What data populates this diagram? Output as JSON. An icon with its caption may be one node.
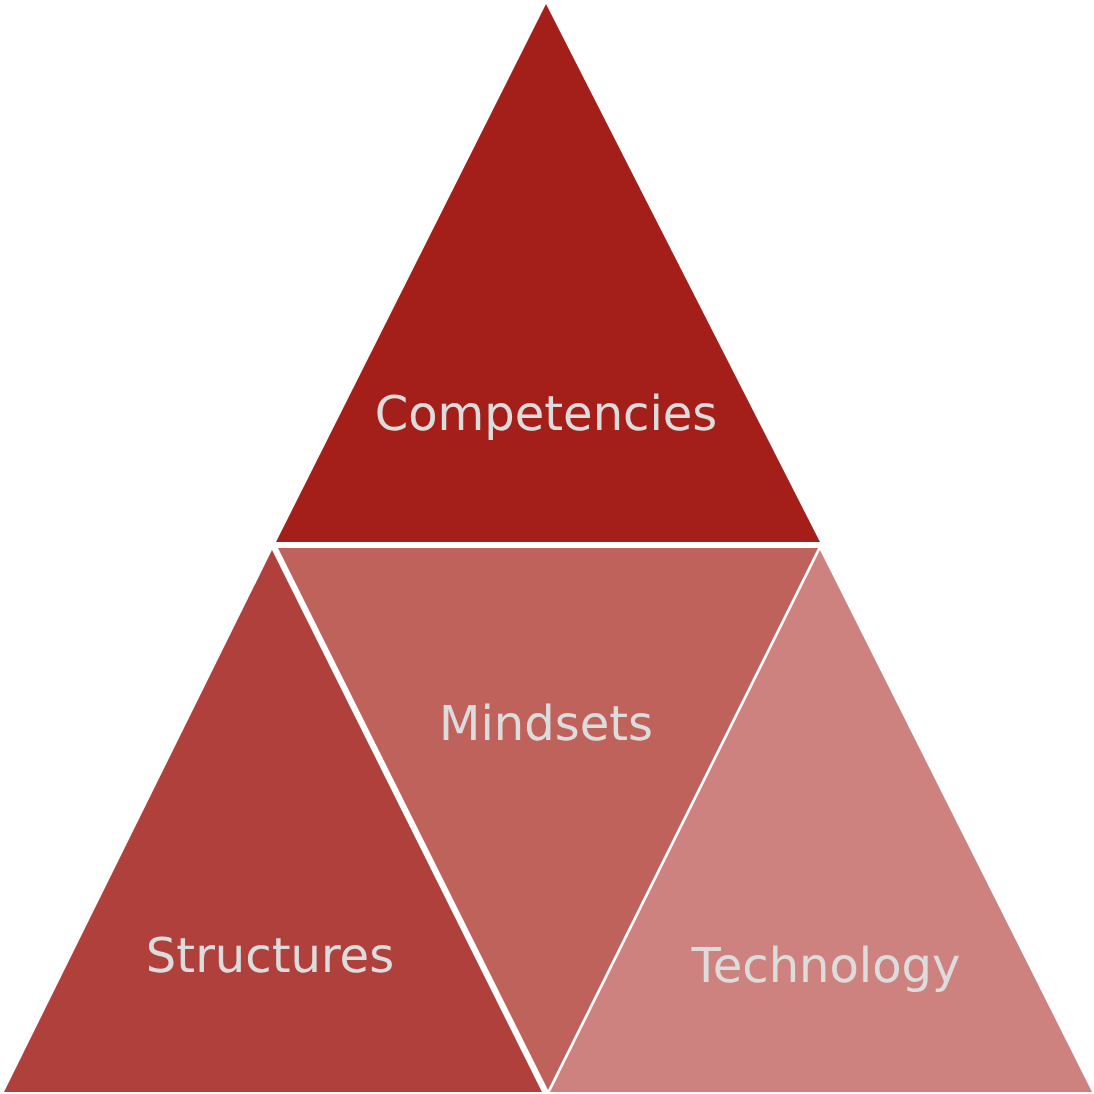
{
  "diagram": {
    "nodes": [
      {
        "text": [
          "Competencies"
        ]
      },
      {
        "text": [
          "Structures"
        ]
      },
      {
        "text": [
          "Mindsets"
        ]
      },
      {
        "text": [
          "Technology"
        ]
      }
    ]
  }
}
